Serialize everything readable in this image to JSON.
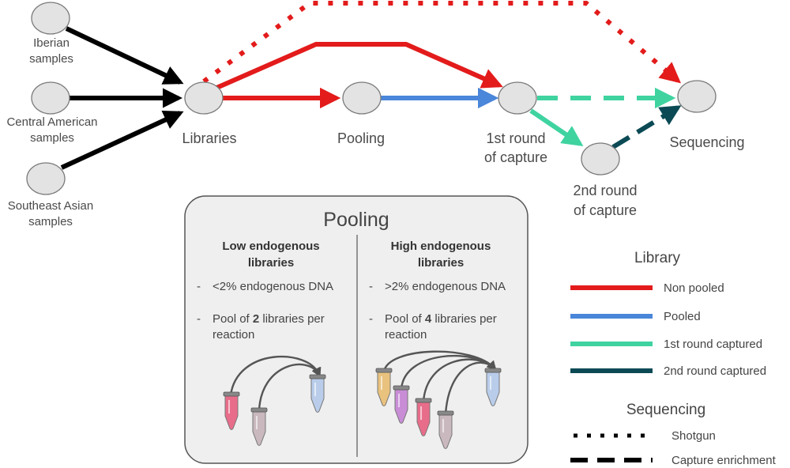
{
  "nodes": {
    "iberian": [
      "Iberian",
      "samples"
    ],
    "central_american": [
      "Central American",
      "samples"
    ],
    "southeast_asian": [
      "Southeast Asian",
      "samples"
    ],
    "libraries": "Libraries",
    "pooling": "Pooling",
    "first_capture": [
      "1st round",
      "of capture"
    ],
    "second_capture": [
      "2nd round",
      "of capture"
    ],
    "sequencing": "Sequencing"
  },
  "pooling_box": {
    "title": "Pooling",
    "low": {
      "heading": [
        "Low endogenous",
        "libraries"
      ],
      "bullet1": "<2% endogenous DNA",
      "bullet2_pre": "Pool of ",
      "bullet2_bold": "2",
      "bullet2_post": " libraries per",
      "bullet2_line2": "reaction",
      "dash": "-"
    },
    "high": {
      "heading": [
        "High endogenous",
        "libraries"
      ],
      "bullet1": ">2% endogenous DNA",
      "bullet2_pre": "Pool of ",
      "bullet2_bold": "4",
      "bullet2_post": " libraries per",
      "bullet2_line2": "reaction",
      "dash": "-"
    }
  },
  "legend": {
    "library_title": "Library",
    "library_items": [
      {
        "label": "Non pooled",
        "color": "#e31b1b"
      },
      {
        "label": "Pooled",
        "color": "#4a86d9"
      },
      {
        "label": "1st round captured",
        "color": "#3fd3a0"
      },
      {
        "label": "2nd round captured",
        "color": "#0b4a55"
      }
    ],
    "sequencing_title": "Sequencing",
    "sequencing_items": [
      {
        "label": "Shotgun",
        "style": "dotted"
      },
      {
        "label": "Capture enrichment",
        "style": "dashed"
      }
    ]
  },
  "colors": {
    "red": "#e31b1b",
    "blue": "#4a86d9",
    "teal": "#3fd3a0",
    "dark_teal": "#0b4a55",
    "black": "#000000",
    "tube_pink": "#e86d8a",
    "tube_gray": "#c9b8bd",
    "tube_blue": "#b9cdeb",
    "tube_orange": "#e9c27e",
    "tube_purple": "#c98dd6"
  }
}
